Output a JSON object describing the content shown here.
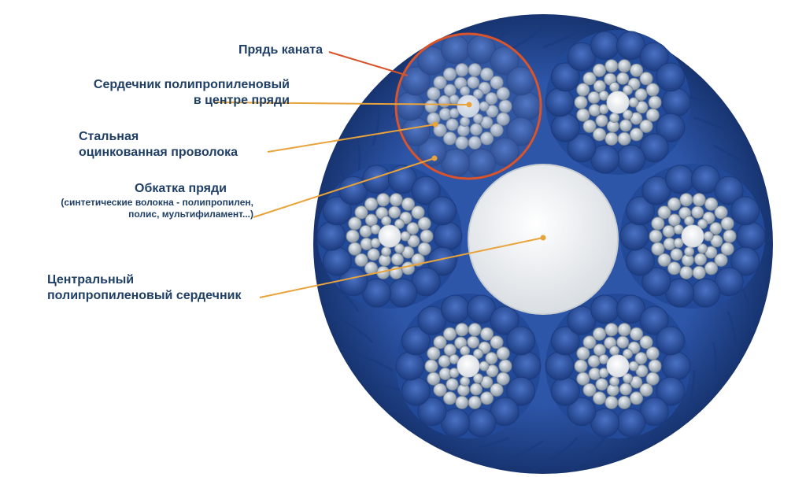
{
  "labels": {
    "strand": "Прядь каната",
    "strand_core_line1": "Сердечник полипропиленовый",
    "strand_core_line2": "в центре пряди",
    "steel_wire_line1": "Стальная",
    "steel_wire_line2": "оцинкованная проволока",
    "wrap_title": "Обкатка пряди",
    "wrap_line2": "(синтетические волокна - полипропилен,",
    "wrap_line3": "полис, мультифиламент...)",
    "central_core_line1": "Центральный",
    "central_core_line2": "полипропиленовый сердечник"
  },
  "colors": {
    "text": "#1f3f66",
    "leader_line": "#e8a33a",
    "leader_line_strand": "#d9542b",
    "highlight_circle": "#d9542b",
    "rope_blue": "#2d55a8",
    "rope_blue_dark": "#1c3b80",
    "rope_blue_light": "#4a72c4",
    "steel_wire": "#c9d3dc",
    "steel_wire_dark": "#8e9aa6",
    "core_white": "#eef1f3"
  }
}
